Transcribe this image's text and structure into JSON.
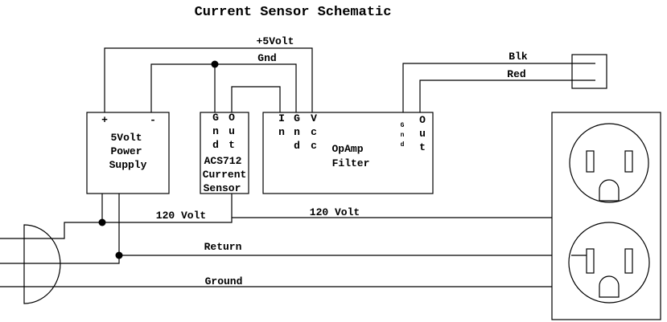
{
  "title": "Current Sensor Schematic",
  "wires": {
    "plus5": "+5Volt",
    "gnd": "Gnd",
    "blk": "Blk",
    "red": "Red",
    "v120_left": "120 Volt",
    "v120_right": "120 Volt",
    "return": "Return",
    "ground": "Ground"
  },
  "power_supply": {
    "plus": "+",
    "minus": "-",
    "line1": "5Volt",
    "line2": "Power",
    "line3": "Supply"
  },
  "sensor": {
    "pin_gnd": [
      "G",
      "n",
      "d"
    ],
    "pin_out": [
      "O",
      "u",
      "t"
    ],
    "line1": "ACS712",
    "line2": "Current",
    "line3": "Sensor"
  },
  "opamp": {
    "pin_in": [
      "I",
      "n"
    ],
    "pin_gnd": [
      "G",
      "n",
      "d"
    ],
    "pin_vcc": [
      "V",
      "c",
      "c"
    ],
    "pin_gnd_small": [
      "G",
      "n",
      "d"
    ],
    "pin_out": [
      "O",
      "u",
      "t"
    ],
    "line1": "OpAmp",
    "line2": "Filter"
  }
}
